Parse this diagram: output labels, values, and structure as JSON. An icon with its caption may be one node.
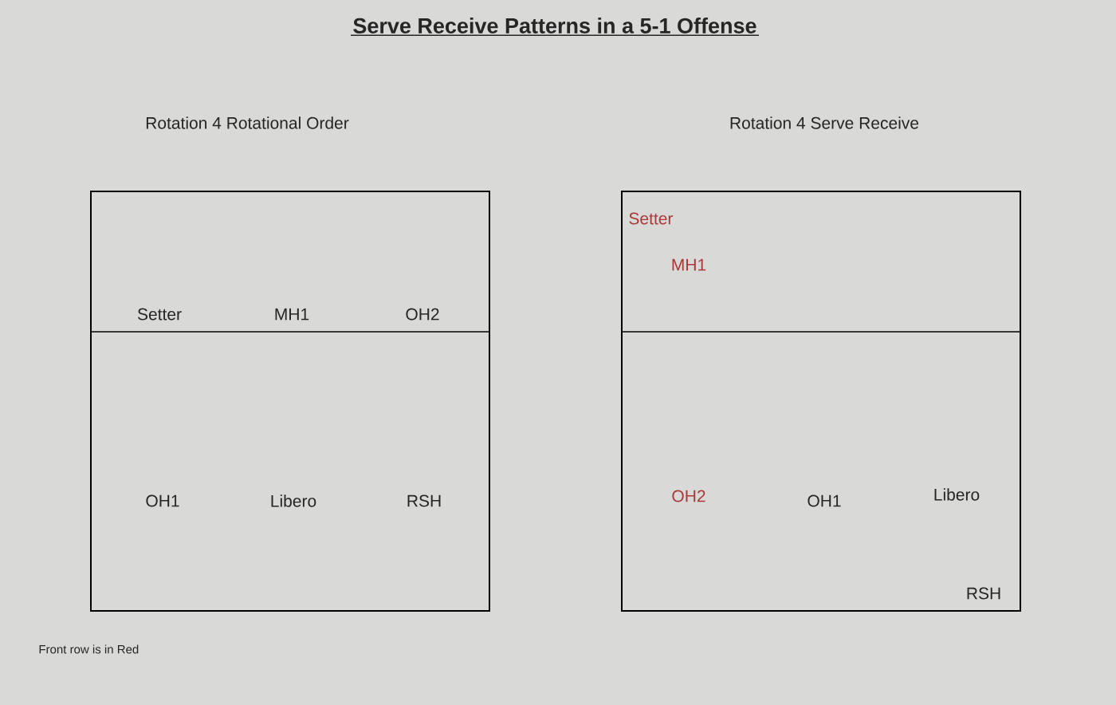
{
  "diagram": {
    "title": "Serve Receive Patterns in a 5-1 Offense",
    "nodes": [
      {
        "text": [
          "Rotation 4 Rotational Order"
        ]
      },
      {
        "text": [
          "Rotation 4 Serve Receive"
        ]
      }
    ],
    "labels": [
      "Setter",
      "MH1",
      "OH2",
      "OH1",
      "Libero",
      "RSH",
      "Setter",
      "MH1",
      "OH2",
      "OH1",
      "Libero",
      "RSH",
      "Front row is in Red"
    ]
  }
}
